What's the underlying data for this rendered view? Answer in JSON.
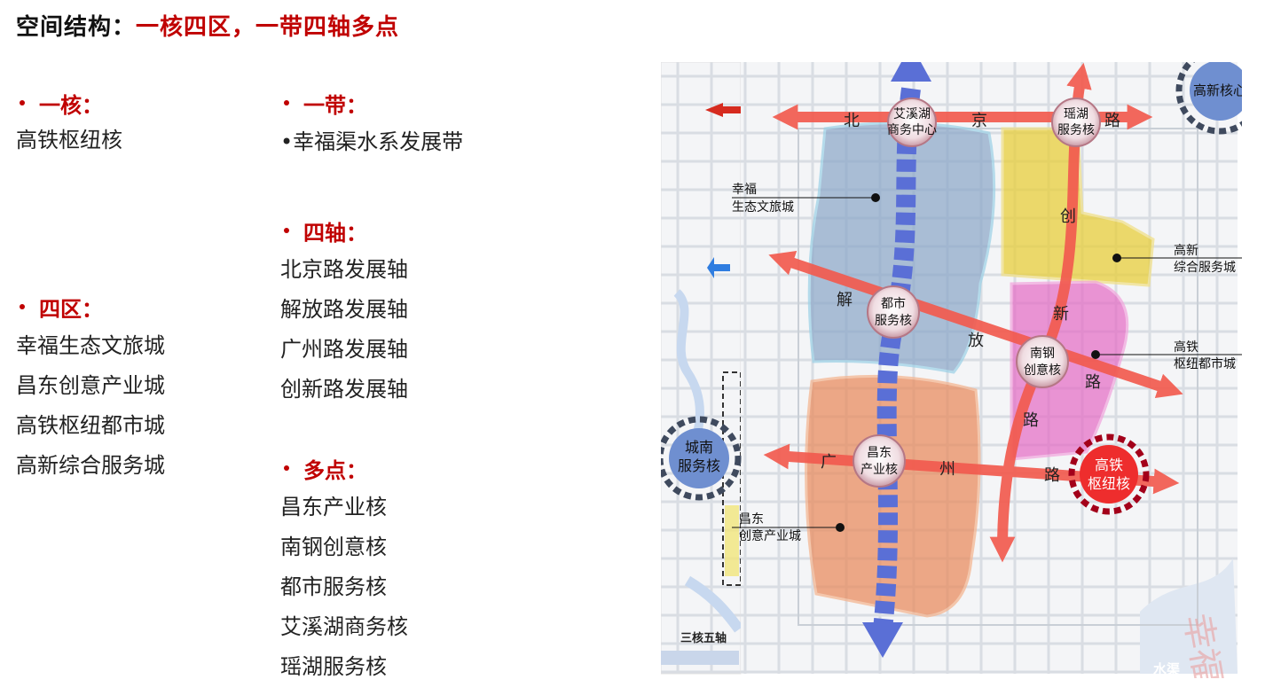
{
  "title": {
    "prefix": "空间结构：",
    "highlight": "一核四区，一带四轴多点"
  },
  "left": {
    "core": {
      "heading": "一核：",
      "items": [
        "高铁枢纽核"
      ]
    },
    "zones": {
      "heading": "四区：",
      "items": [
        "幸福生态文旅城",
        "昌东创意产业城",
        "高铁枢纽都市城",
        "高新综合服务城"
      ]
    }
  },
  "middle": {
    "belt": {
      "heading": "一带：",
      "items": [
        "•幸福渠水系发展带"
      ]
    },
    "axes": {
      "heading": "四轴：",
      "items": [
        "北京路发展轴",
        "解放路发展轴",
        "广州路发展轴",
        "创新路发展轴"
      ]
    },
    "points": {
      "heading": "多点：",
      "items": [
        "昌东产业核",
        "南钢创意核",
        "都市服务核",
        "艾溪湖商务核",
        "瑶湖服务核"
      ]
    }
  },
  "map": {
    "road_labels": {
      "beijing": [
        "北",
        "京",
        "路"
      ],
      "jiefang": [
        "解",
        "放",
        "路"
      ],
      "guangzhou": [
        "广",
        "州",
        "路"
      ],
      "chuangxin": [
        "创",
        "新",
        "路"
      ]
    },
    "nodes": {
      "aixihu": [
        "艾溪湖",
        "商务中心"
      ],
      "yaohu": [
        "瑶湖",
        "服务核"
      ],
      "dushi": [
        "都市",
        "服务核"
      ],
      "nangang": [
        "南钢",
        "创意核"
      ],
      "changdong": [
        "昌东",
        "产业核"
      ],
      "gaotie": [
        "高铁",
        "枢纽核"
      ],
      "chengnan": [
        "城南",
        "服务核"
      ],
      "gaoxin": "高新核心"
    },
    "zone_labels": {
      "xingfu": [
        "幸福",
        "生态文旅城"
      ],
      "gaoxin": [
        "高新",
        "综合服务城"
      ],
      "gaotie": [
        "高铁",
        "枢纽都市城"
      ],
      "changdong": [
        "昌东",
        "创意产业城"
      ]
    },
    "inset_caption": "三核五轴",
    "watermark": "幸福",
    "watermark_small": "水渠",
    "colors": {
      "red_axis": "#f25b4f",
      "blue_axis": "#5a6fd6",
      "zone_blue": "#8aa6c8",
      "zone_yellow": "#e8cf3c",
      "zone_pink": "#e56bc4",
      "zone_orange": "#e98a5c"
    }
  }
}
